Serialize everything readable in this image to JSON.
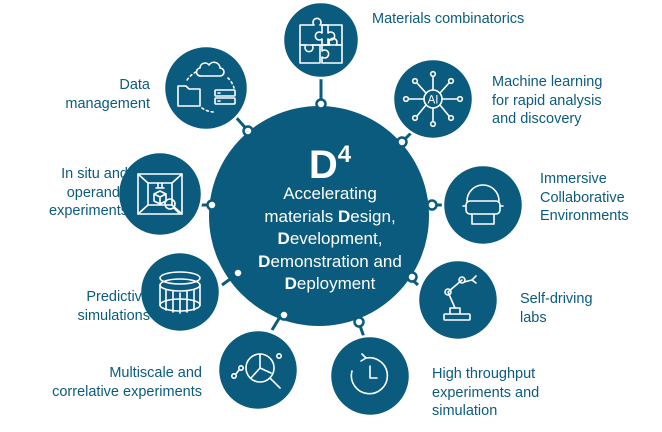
{
  "center": {
    "title": "D",
    "title_sup": "4",
    "lines": [
      [
        "Accelerating"
      ],
      [
        "materials ",
        "D",
        "esign,"
      ],
      [
        "D",
        "evelopment,"
      ],
      [
        "D",
        "emonstration and"
      ],
      [
        "D",
        "eployment"
      ]
    ]
  },
  "nodes": [
    {
      "id": "combinatorics",
      "label": "Materials combinatorics",
      "icon": "puzzle-icon"
    },
    {
      "id": "machine-learning",
      "label": "Machine learning\nfor rapid analysis\nand discovery",
      "icon": "ai-network-icon"
    },
    {
      "id": "immersive",
      "label": "Immersive\nCollaborative\nEnvironments",
      "icon": "vr-headset-icon"
    },
    {
      "id": "self-driving",
      "label": "Self-driving\nlabs",
      "icon": "robot-arm-icon"
    },
    {
      "id": "high-throughput",
      "label": "High throughput\nexperiments and\nsimulation",
      "icon": "clock-icon"
    },
    {
      "id": "multiscale",
      "label": "Multiscale and\ncorrelative experiments",
      "icon": "magnifier-icon"
    },
    {
      "id": "predictive",
      "label": "Predictive\nsimulations",
      "icon": "cylinder-lattice-icon"
    },
    {
      "id": "in-situ",
      "label": "In situ and\noperando\nexperiments",
      "icon": "chamber-icon"
    },
    {
      "id": "data-management",
      "label": "Data\nmanagement",
      "icon": "cloud-storage-icon"
    }
  ],
  "colors": {
    "primary": "#0b5b7e",
    "background": "#ffffff",
    "text_on_primary": "#ffffff"
  }
}
